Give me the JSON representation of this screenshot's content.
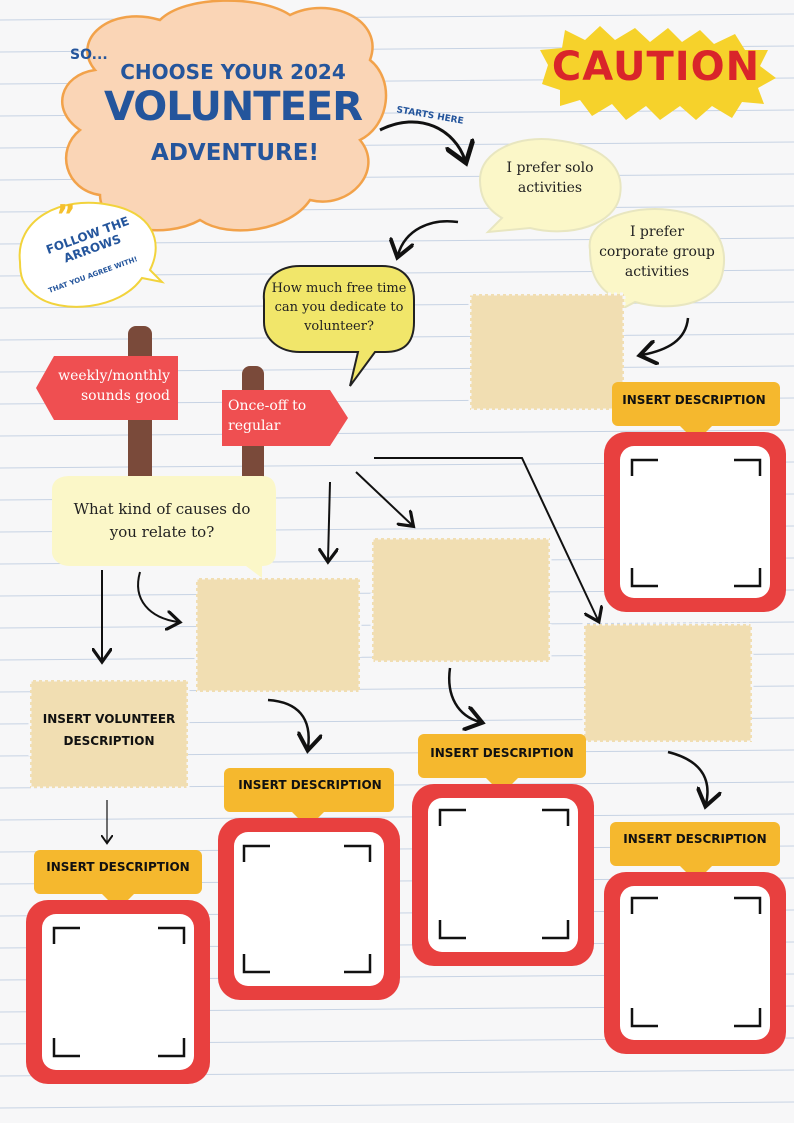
{
  "header": {
    "so": "SO...",
    "choose": "CHOOSE YOUR 2024",
    "volunteer": "VOLUNTEER",
    "adventure": "ADVENTURE!",
    "starts_here": "STARTS HERE",
    "follow": "FOLLOW THE ARROWS",
    "agree": "THAT YOU AGREE WITH!",
    "caution": "CAUTION"
  },
  "questions": {
    "solo": "I prefer solo activities",
    "corporate": "I prefer corporate group activities",
    "free_time": "How much free time can you dedicate to volunteer?",
    "causes": "What kind of causes do you relate to?"
  },
  "signs": {
    "weekly": "weekly/monthly sounds good",
    "once_off": "Once-off to regular"
  },
  "descriptions": {
    "d1": "INSERT DESCRIPTION",
    "d2": "INSERT DESCRIPTION",
    "d3": "INSERT DESCRIPTION",
    "d4": "INSERT DESCRIPTION",
    "d5": "INSERT DESCRIPTION",
    "volunteer": "INSERT VOLUNTEER DESCRIPTION"
  },
  "colors": {
    "red": "#e8403f",
    "yellow_label": "#f5b82e",
    "stamp": "#f1deb2",
    "bubble_yellow": "#fbf7c8",
    "speech_yellow": "#f1e66a",
    "cloud": "#fad5b6",
    "title_blue": "#24559c",
    "sign_red": "#ef4f51",
    "post_brown": "#7a4a3a"
  }
}
